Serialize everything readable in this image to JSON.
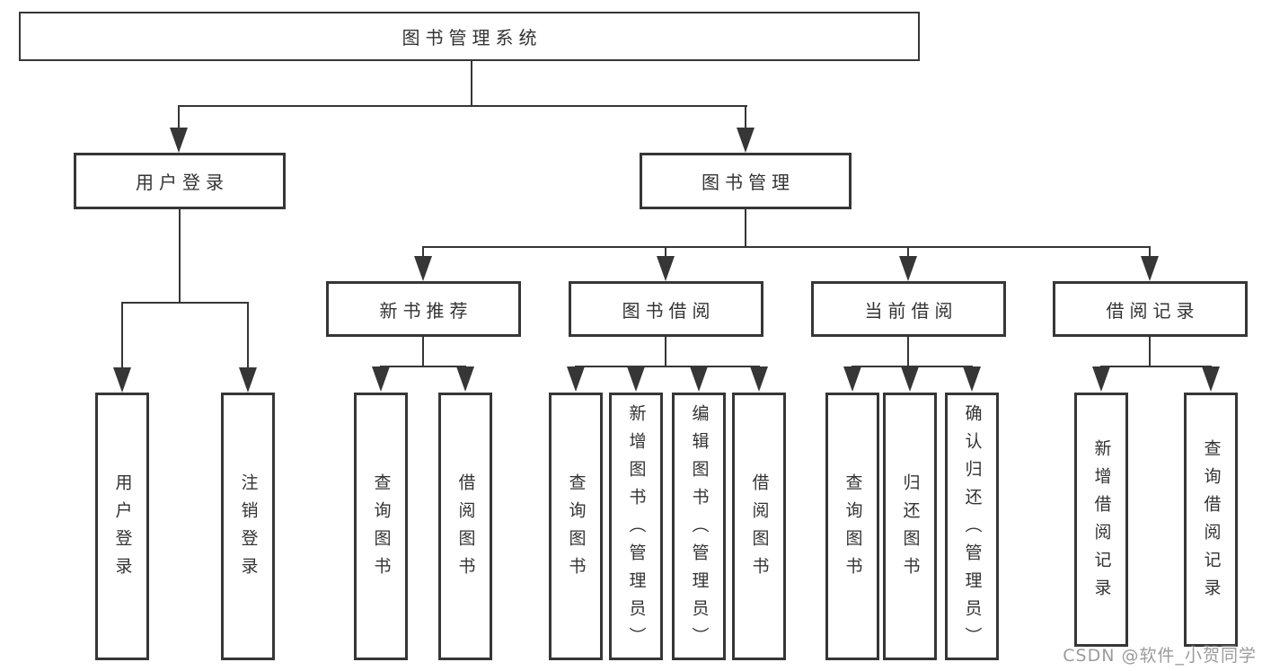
{
  "colors": {
    "line": "#363636",
    "text": "#333333",
    "watermark": "#9b9b9b",
    "background": "#ffffff"
  },
  "watermark": {
    "text": "CSDN @软件_小贺同学"
  },
  "diagram": {
    "root": {
      "label": "图书管理系统"
    },
    "level2": [
      {
        "label": "用户登录",
        "children": [
          {
            "label": "用户登录"
          },
          {
            "label": "注销登录"
          }
        ]
      },
      {
        "label": "图书管理",
        "children": [
          {
            "label": "新书推荐",
            "children": [
              {
                "label": "查询图书"
              },
              {
                "label": "借阅图书"
              }
            ]
          },
          {
            "label": "图书借阅",
            "children": [
              {
                "label": "查询图书"
              },
              {
                "label": "新增图书（管理员）"
              },
              {
                "label": "编辑图书（管理员）"
              },
              {
                "label": "借阅图书"
              }
            ]
          },
          {
            "label": "当前借阅",
            "children": [
              {
                "label": "查询图书"
              },
              {
                "label": "归还图书"
              },
              {
                "label": "确认归还（管理员）"
              }
            ]
          },
          {
            "label": "借阅记录",
            "children": [
              {
                "label": "新增借阅记录"
              },
              {
                "label": "查询借阅记录"
              }
            ]
          }
        ]
      }
    ]
  }
}
